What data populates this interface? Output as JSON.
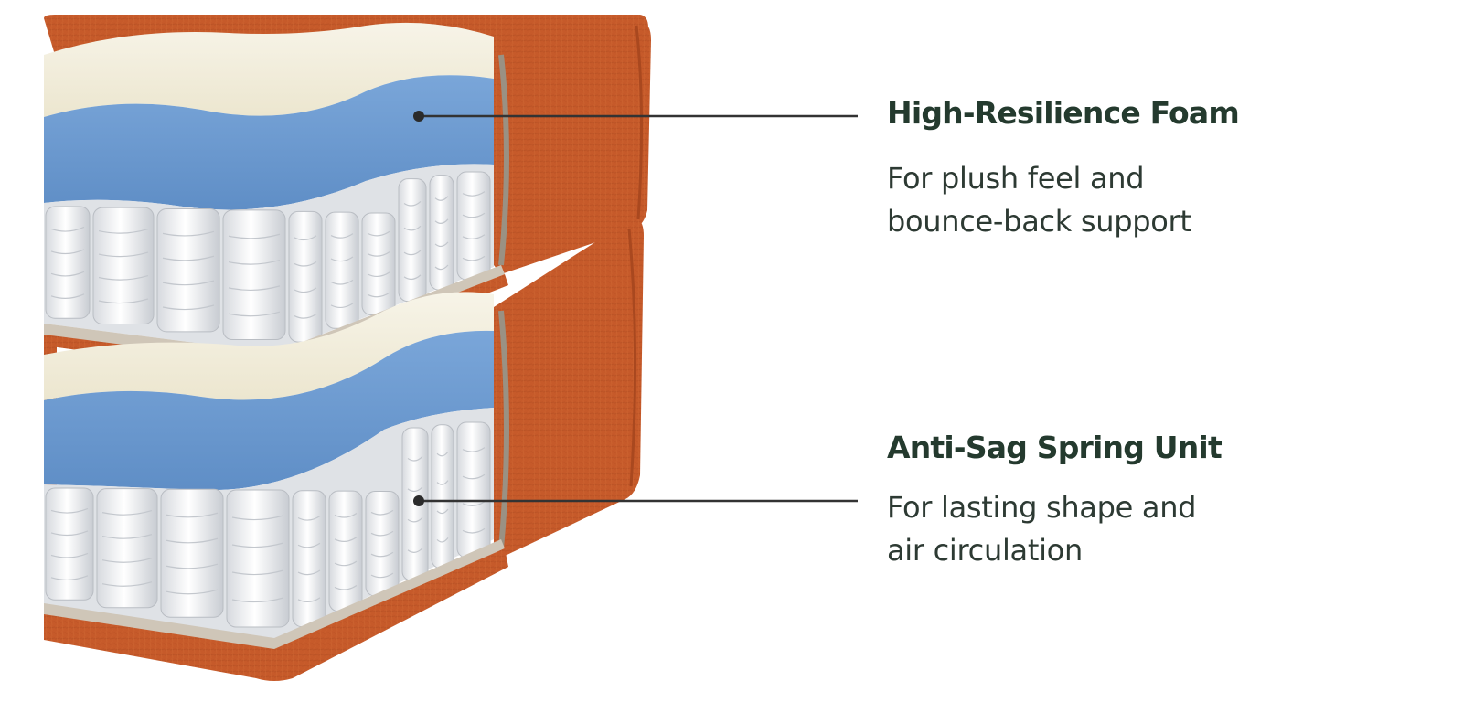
{
  "colors": {
    "fabric": "#c65a2a",
    "fabric_dark": "#a9481f",
    "fabric_light": "#d8743f",
    "comfort_foam": "#f2eedd",
    "hr_foam": "#6e9bd0",
    "spring_pocket": "#f1f2f3",
    "spring_shadow": "#c9ccd1",
    "base_board": "#cfc6b8",
    "text_heading": "#243a2e",
    "text_body": "#2d3a33",
    "leader_line": "#333333"
  },
  "callouts": [
    {
      "title": "High-Resilience Foam",
      "lines": [
        "For plush feel and",
        "bounce-back support"
      ]
    },
    {
      "title": "Anti-Sag Spring Unit",
      "lines": [
        "For lasting shape and",
        "air circulation"
      ]
    }
  ]
}
